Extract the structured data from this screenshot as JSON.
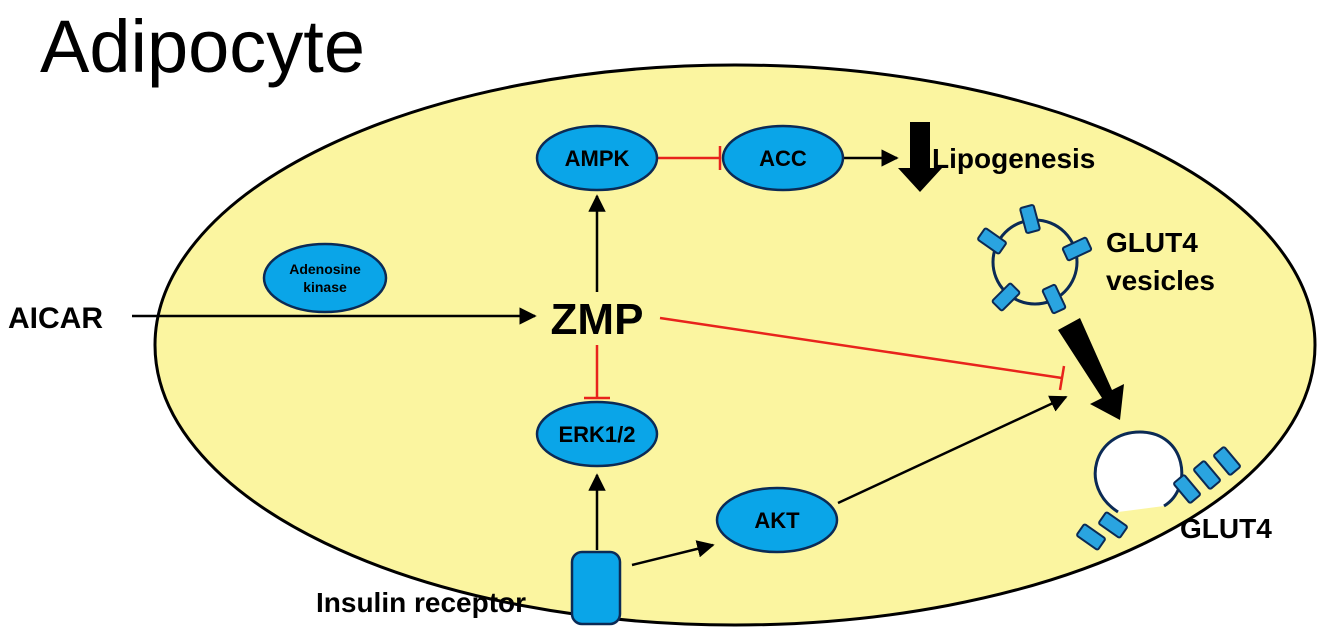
{
  "title": "Adipocyte",
  "nodes": {
    "ampk": "AMPK",
    "acc": "ACC",
    "adenosine_kinase_line1": "Adenosine",
    "adenosine_kinase_line2": "kinase",
    "zmp": "ZMP",
    "erk": "ERK1/2",
    "akt": "AKT"
  },
  "labels": {
    "aicar": "AICAR",
    "lipogenesis": "Lipogenesis",
    "glut4_vesicles_line1": "GLUT4",
    "glut4_vesicles_line2": "vesicles",
    "glut4": "GLUT4",
    "insulin_receptor": "Insulin receptor"
  },
  "colors": {
    "cell_fill": "#fbf5a0",
    "node_fill": "#0aa5e8",
    "activation": "#000000",
    "inhibition": "#e8231c"
  }
}
